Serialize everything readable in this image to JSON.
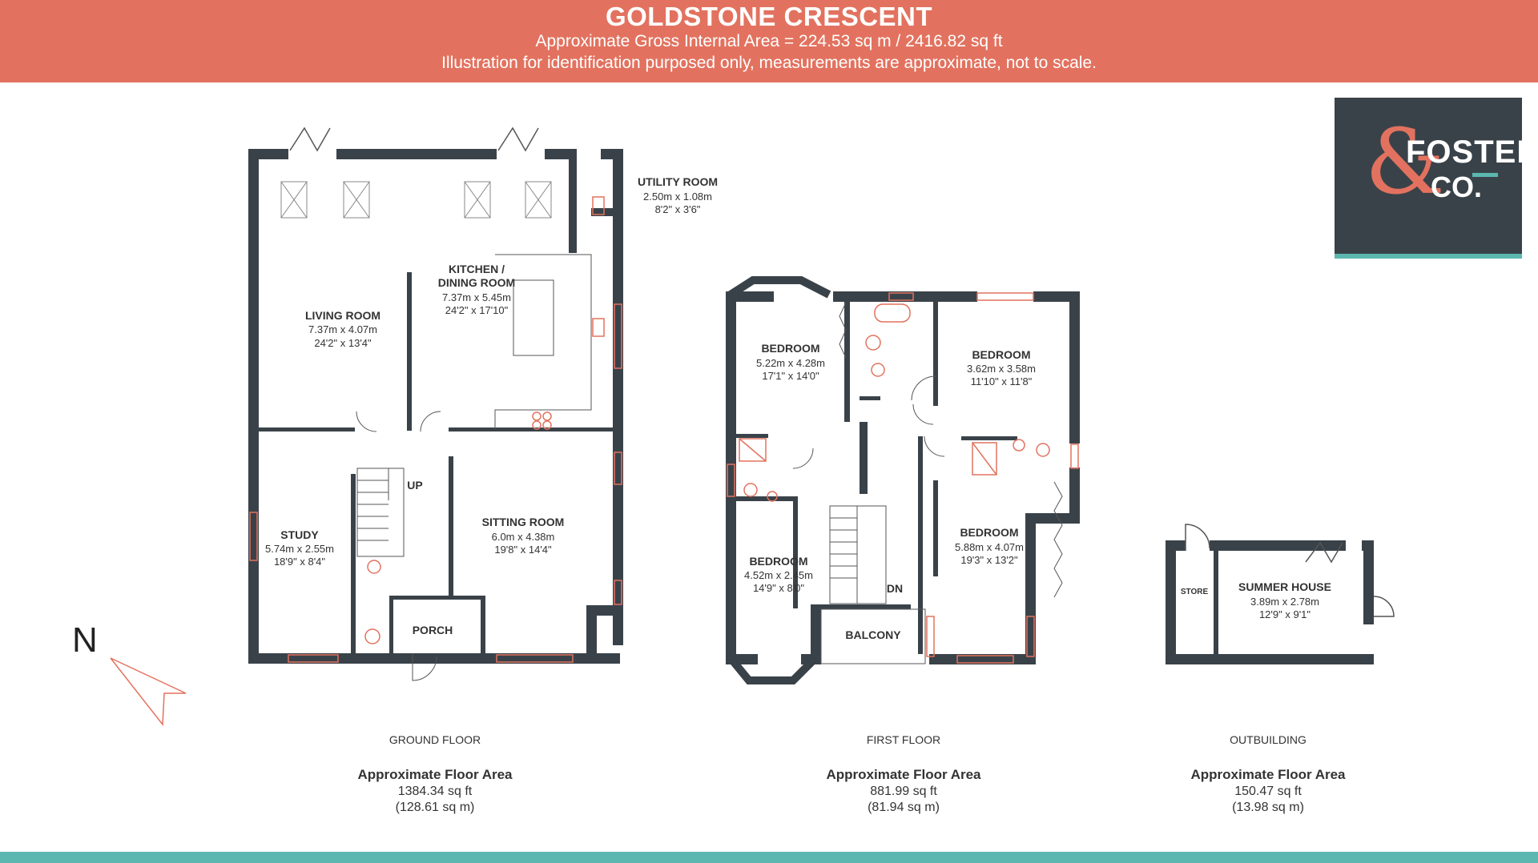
{
  "header": {
    "title": "GOLDSTONE CRESCENT",
    "gross_area": "Approximate Gross Internal Area = 224.53 sq m / 2416.82 sq ft",
    "disclaimer": "Illustration for identification purposed only, measurements are approximate, not to scale."
  },
  "logo": {
    "symbol": "&",
    "line1": "FOSTER",
    "line2": "CO."
  },
  "compass": {
    "label": "N"
  },
  "ground_floor": {
    "level": "GROUND FLOOR",
    "area_title": "Approximate Floor Area",
    "sq_ft": "1384.34 sq ft",
    "sq_m": "(128.61 sq m)",
    "rooms": {
      "utility": {
        "name": "UTILITY ROOM",
        "metric": "2.50m x 1.08m",
        "imperial": "8'2\" x 3'6\""
      },
      "kitchen": {
        "name1": "KITCHEN /",
        "name2": "DINING ROOM",
        "metric": "7.37m x 5.45m",
        "imperial": "24'2\" x 17'10\""
      },
      "living": {
        "name": "LIVING ROOM",
        "metric": "7.37m x 4.07m",
        "imperial": "24'2\" x 13'4\""
      },
      "study": {
        "name": "STUDY",
        "metric": "5.74m x 2.55m",
        "imperial": "18'9\" x 8'4\""
      },
      "sitting": {
        "name": "SITTING ROOM",
        "metric": "6.0m x 4.38m",
        "imperial": "19'8\" x 14'4\""
      },
      "porch": {
        "name": "PORCH"
      },
      "up": "UP"
    }
  },
  "first_floor": {
    "level": "FIRST FLOOR",
    "area_title": "Approximate Floor Area",
    "sq_ft": "881.99 sq ft",
    "sq_m": "(81.94 sq m)",
    "rooms": {
      "bed1": {
        "name": "BEDROOM",
        "metric": "5.22m x 4.28m",
        "imperial": "17'1\" x 14'0\""
      },
      "bed2": {
        "name": "BEDROOM",
        "metric": "3.62m x 3.58m",
        "imperial": "11'10\" x 11'8\""
      },
      "bed3": {
        "name": "BEDROOM",
        "metric": "4.52m x 2.45m",
        "imperial": "14'9\" x 8'0\""
      },
      "bed4": {
        "name": "BEDROOM",
        "metric": "5.88m x 4.07m",
        "imperial": "19'3\" x 13'2\""
      },
      "balcony": {
        "name": "BALCONY"
      },
      "dn": "DN"
    }
  },
  "outbuilding": {
    "level": "OUTBUILDING",
    "area_title": "Approximate Floor Area",
    "sq_ft": "150.47 sq ft",
    "sq_m": "(13.98 sq m)",
    "rooms": {
      "store": {
        "name": "STORE"
      },
      "summer": {
        "name": "SUMMER HOUSE",
        "metric": "3.89m x 2.78m",
        "imperial": "12'9\" x 9'1\""
      }
    }
  },
  "colors": {
    "header": "#E2725F",
    "wall": "#3A4249",
    "accent": "#5BB7B0",
    "fixture": "#E2725F"
  }
}
